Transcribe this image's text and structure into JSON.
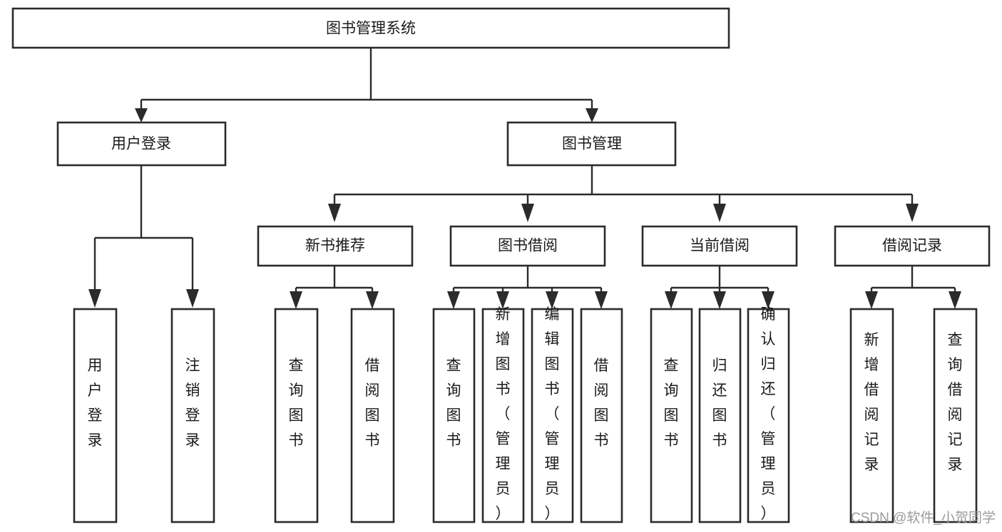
{
  "diagram": {
    "title": "图书管理系统",
    "type": "tree-structure-chart",
    "orientation": "top-down",
    "root": {
      "label": "图书管理系统"
    },
    "level2": [
      {
        "label": "用户登录"
      },
      {
        "label": "图书管理"
      }
    ],
    "level3": [
      {
        "label": "新书推荐"
      },
      {
        "label": "图书借阅"
      },
      {
        "label": "当前借阅"
      },
      {
        "label": "借阅记录"
      }
    ],
    "leaves": {
      "user_login": [
        {
          "label": "用户登录"
        },
        {
          "label": "注销登录"
        }
      ],
      "new_book": [
        {
          "label": "查询图书"
        },
        {
          "label": "借阅图书"
        }
      ],
      "book_borrow": [
        {
          "label": "查询图书"
        },
        {
          "label": "新增图书（管理员）"
        },
        {
          "label": "编辑图书（管理员）"
        },
        {
          "label": "借阅图书"
        }
      ],
      "current_borrow": [
        {
          "label": "查询图书"
        },
        {
          "label": "归还图书"
        },
        {
          "label": "确认归还（管理员）"
        }
      ],
      "borrow_record": [
        {
          "label": "新增借阅记录"
        },
        {
          "label": "查询借阅记录"
        }
      ]
    }
  },
  "watermark": {
    "text": "CSDN @软件_小贺同学"
  },
  "colors": {
    "stroke": "#2b2b2b",
    "box_fill": "#ffffff",
    "text": "#1a1a1a",
    "watermark": "#9a9a9a",
    "background": "#ffffff"
  }
}
